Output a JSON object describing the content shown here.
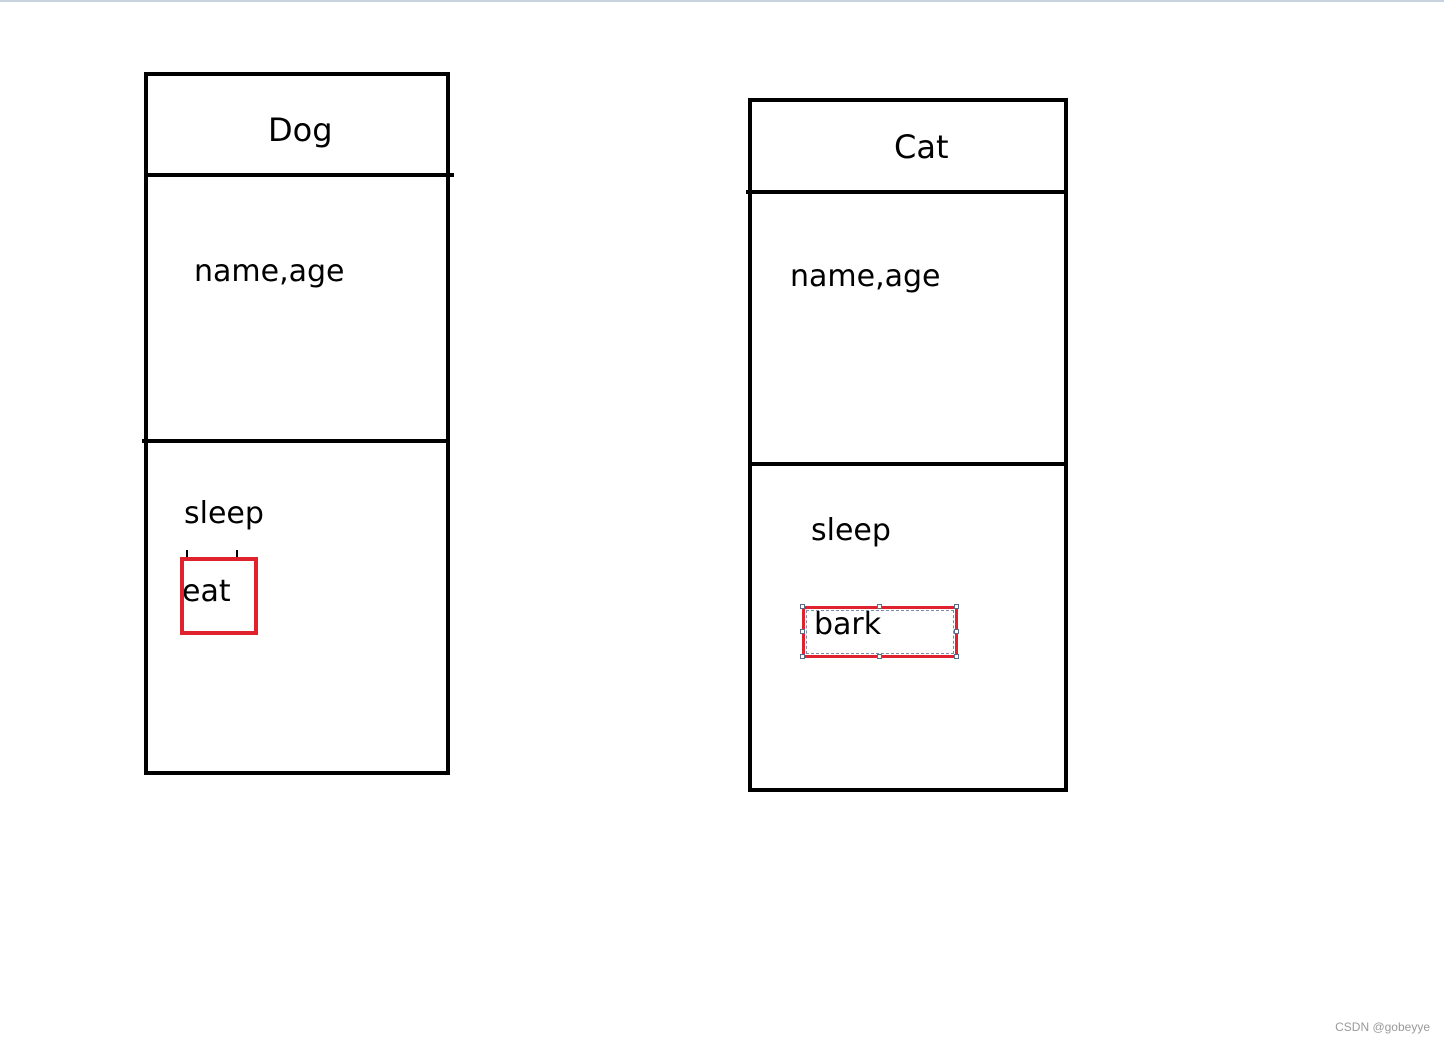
{
  "diagram": {
    "dog": {
      "class_name": "Dog",
      "attributes": "name,age",
      "methods": [
        "sleep",
        "eat"
      ]
    },
    "cat": {
      "class_name": "Cat",
      "attributes": "name,age",
      "methods": [
        "sleep",
        "bark"
      ]
    }
  },
  "watermark": "CSDN @gobeyye",
  "colors": {
    "outline": "#000000",
    "highlight": "#e0222e"
  }
}
